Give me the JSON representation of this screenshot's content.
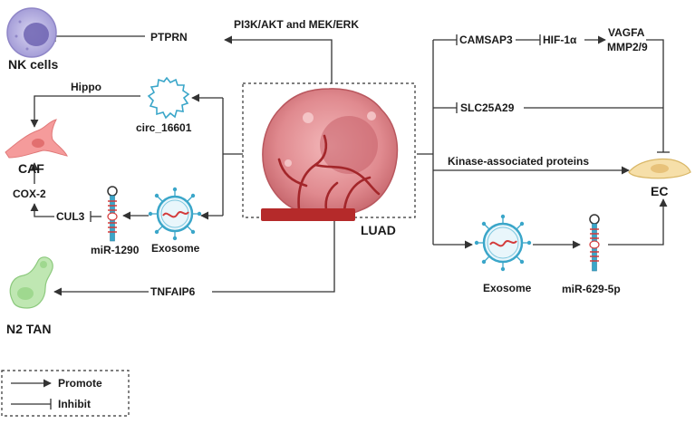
{
  "diagram": {
    "center": "LUAD",
    "targets": {
      "nk_cells": "NK cells",
      "caf": "CAF",
      "n2_tan": "N2 TAN",
      "ec": "EC"
    },
    "mediators": {
      "ptprn": "PTPRN",
      "pathway": "PI3K/AKT and MEK/ERK",
      "hippo": "Hippo",
      "circ": "circ_16601",
      "cox2": "COX-2",
      "cul3": "CUL3",
      "mir1290": "miR-1290",
      "exosome_left": "Exosome",
      "tnfaip6": "TNFAIP6",
      "camsap3": "CAMSAP3",
      "hif1a": "HIF-1α",
      "vagfa": "VAGFA",
      "mmp": "MMP2/9",
      "slc25a29": "SLC25A29",
      "kinase": "Kinase-associated proteins",
      "exosome_right": "Exosome",
      "mir629": "miR-629-5p"
    },
    "legend": {
      "promote": "Promote",
      "inhibit": "Inhibit"
    },
    "colors": {
      "line": "#333333",
      "tumor": "#d9777d",
      "vessel": "#b52a2a",
      "nk": "#8f86c7",
      "caf": "#f28d8d",
      "tan": "#9fd88f",
      "ec": "#f3d79b",
      "exosome": "#3aa6c9"
    }
  }
}
